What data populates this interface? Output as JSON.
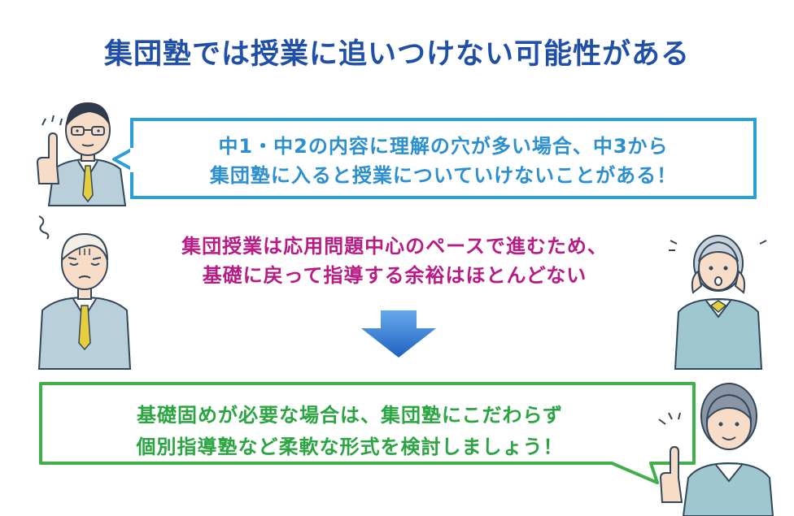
{
  "title": "集団塾では授業に追いつけない可能性がある",
  "box1": {
    "line1": "中1・中2の内容に理解の穴が多い場合、中3から",
    "line2": "集団塾に入ると授業についていけないことがある！"
  },
  "middle": {
    "line1": "集団授業は応用問題中心のペースで進むため、",
    "line2": "基礎に戻って指導する余裕はほとんどない"
  },
  "bubble3": {
    "line1": "基礎固めが必要な場合は、集団塾にこだわらず",
    "line2": "個別指導塾など柔軟な形式を検討しましょう！"
  },
  "colors": {
    "title": "#1f4fa8",
    "box1_border": "#2b9fd9",
    "box1_text": "#2b8fd0",
    "middle_text": "#b81c84",
    "arrow": "#2f7ad6",
    "bubble3_border": "#3fb04a",
    "bubble3_text": "#2aa541"
  },
  "icons": {
    "teacher": "man-with-glasses-pointing-icon",
    "worried_student": "worried-boy-icon",
    "surprised_girl": "surprised-girl-icon",
    "advisor": "woman-pointing-icon",
    "arrow": "down-arrow-icon"
  }
}
